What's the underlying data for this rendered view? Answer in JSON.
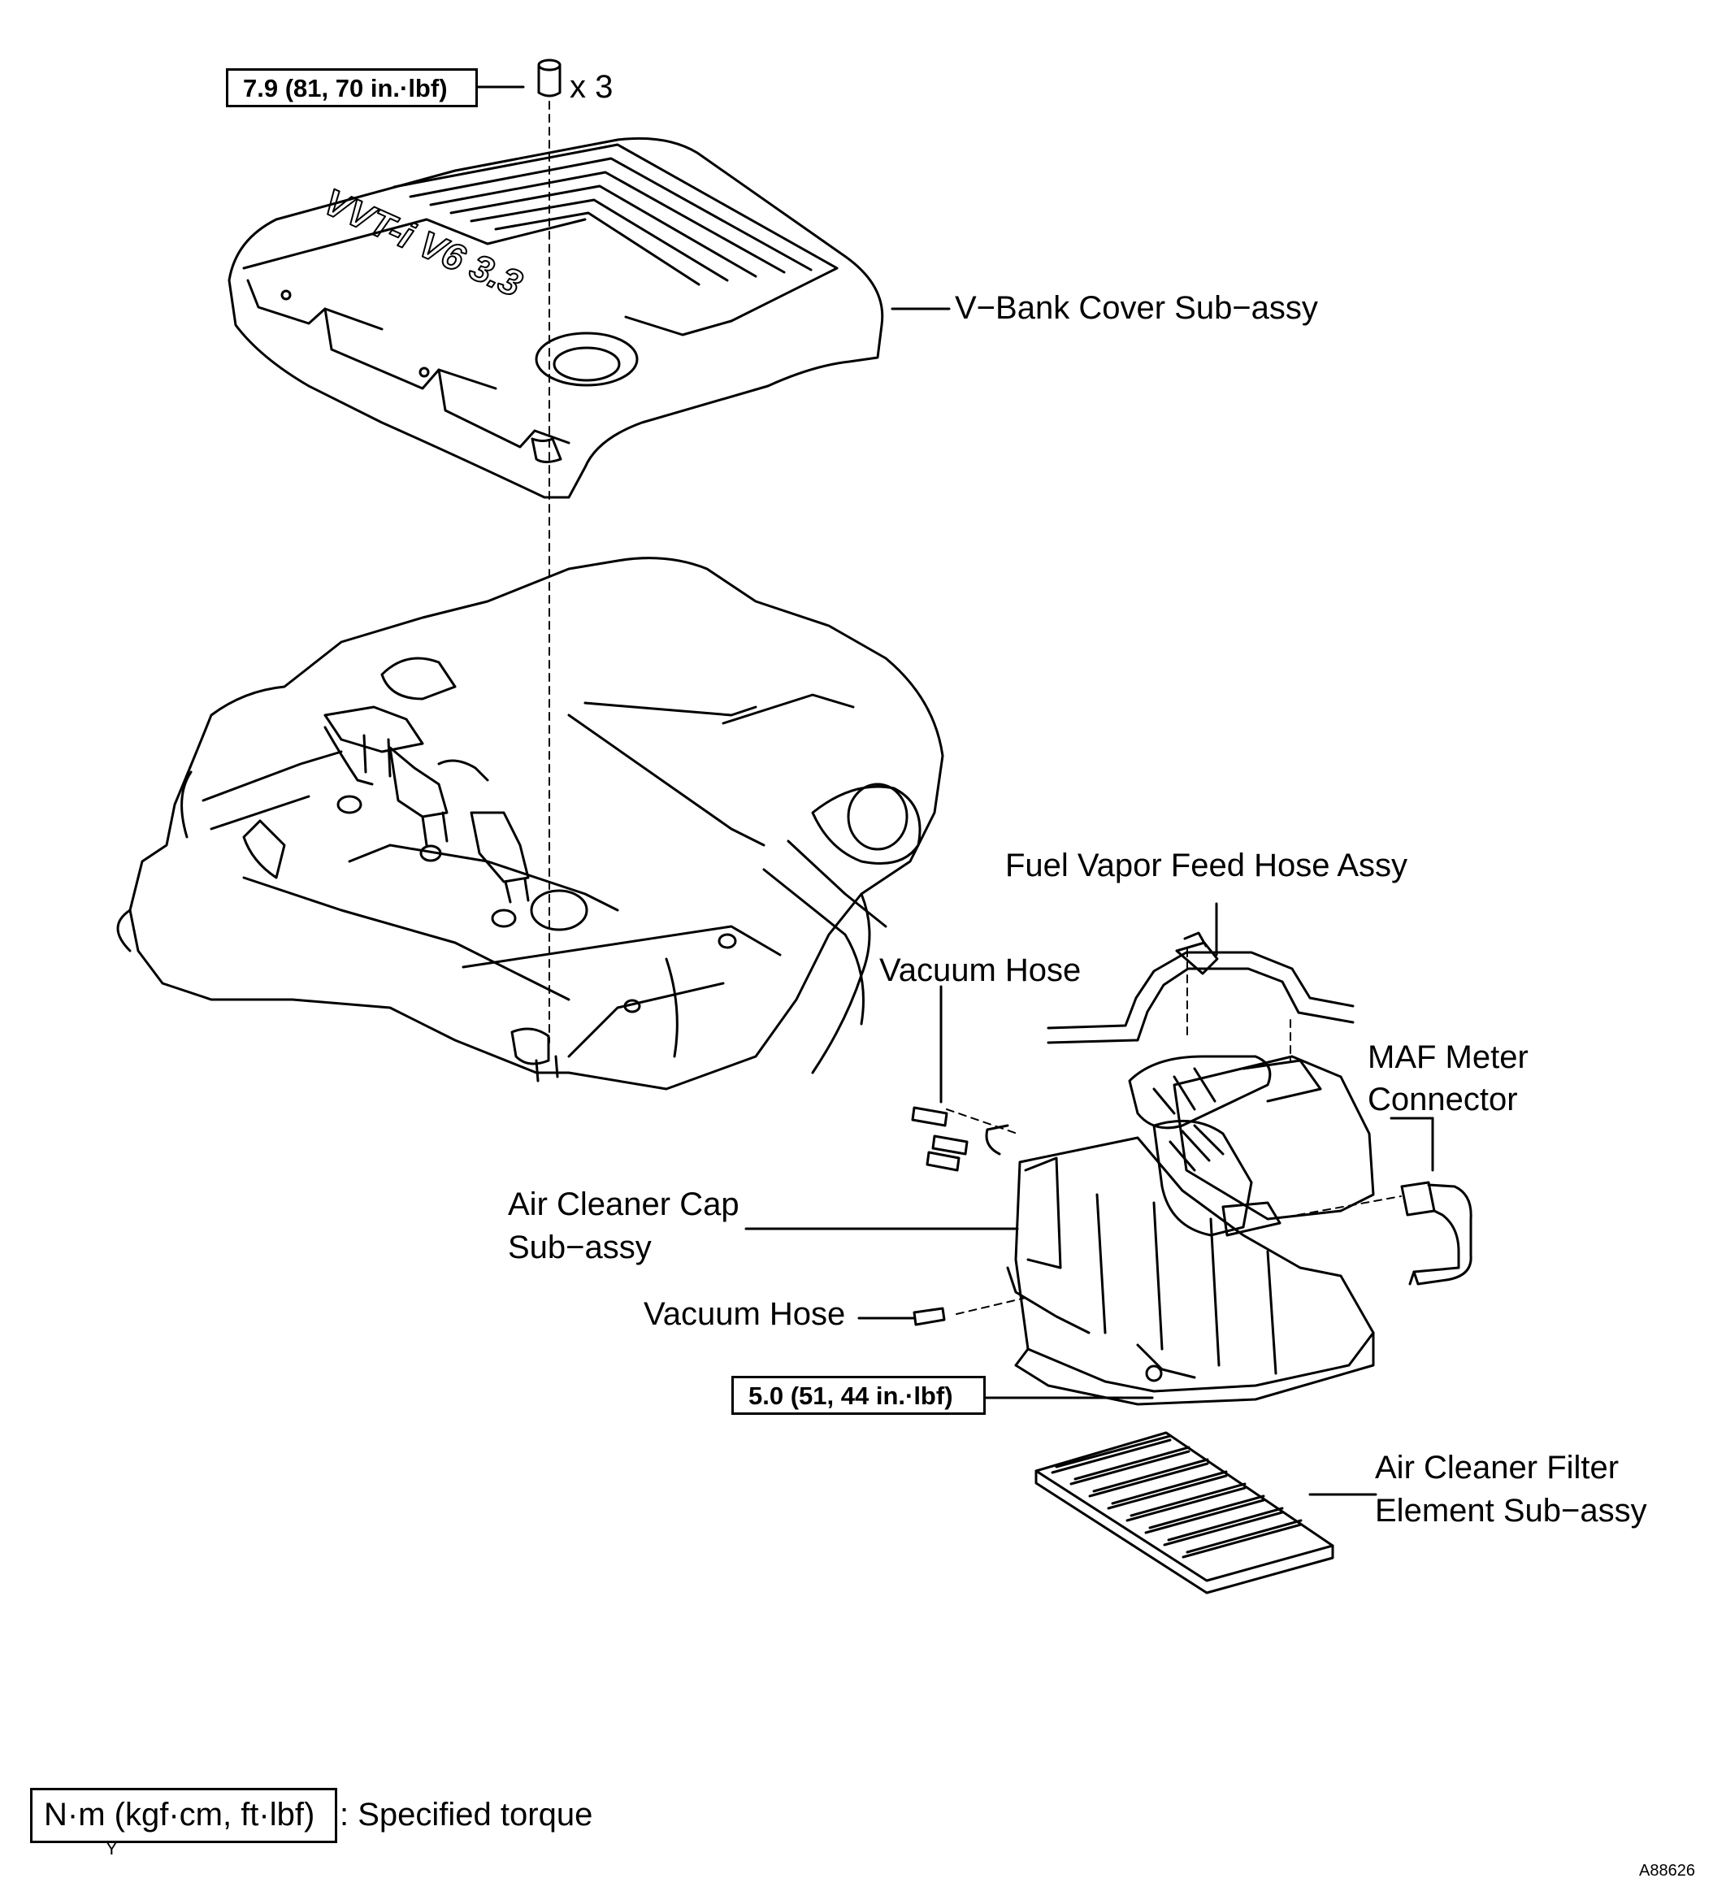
{
  "torque_specs": {
    "cover_nut": "7.9 (81, 70 in.·lbf)",
    "air_cleaner_bolt": "5.0 (51, 44 in.·lbf)"
  },
  "quantity": "x 3",
  "cover_logo_text": "VVT-i V6 3.3",
  "labels": {
    "v_bank_cover": "V−Bank Cover Sub−assy",
    "fuel_vapor_hose": "Fuel Vapor Feed Hose Assy",
    "vacuum_hose_upper": "Vacuum Hose",
    "maf_line1": "MAF Meter",
    "maf_line2": "Connector",
    "cap_line1": "Air Cleaner Cap",
    "cap_line2": "Sub−assy",
    "vacuum_hose_lower": "Vacuum Hose",
    "filter_line1": "Air Cleaner Filter",
    "filter_line2": "Element Sub−assy"
  },
  "legend": {
    "unit": "N·m (kgf·cm, ft·lbf)",
    "description": ": Specified torque",
    "mark": "Y"
  },
  "figure_id": "A88626"
}
